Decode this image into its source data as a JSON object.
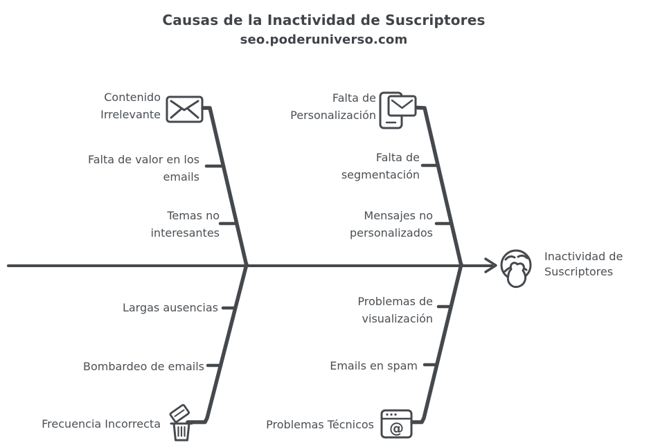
{
  "title": "Causas de la Inactividad de Suscriptores",
  "subtitle": "seo.poderuniverso.com",
  "colors": {
    "stroke": "#45494d",
    "text": "#4a4f54",
    "background": "#ffffff"
  },
  "diagram_type": "fishbone-cause-effect",
  "effect": {
    "name": "Inactividad de Suscriptores",
    "lines": [
      "Inactividad de",
      "Suscriptores"
    ],
    "icon": "yawning-face-icon"
  },
  "icons": {
    "at_symbol": "@"
  },
  "branches": [
    {
      "id": "top-left",
      "icon": "envelope-icon",
      "label_lines": [
        "Contenido",
        "Irrelevante"
      ],
      "causes": [
        {
          "lines": [
            "Falta de valor en los",
            "emails"
          ]
        },
        {
          "lines": [
            "Temas no",
            "interesantes"
          ]
        }
      ]
    },
    {
      "id": "top-right",
      "icon": "phone-mail-icon",
      "label_lines": [
        "Falta de",
        "Personalización"
      ],
      "causes": [
        {
          "lines": [
            "Falta de",
            "segmentación"
          ]
        },
        {
          "lines": [
            "Mensajes no",
            "personalizados"
          ]
        }
      ]
    },
    {
      "id": "bottom-left",
      "icon": "trash-icon",
      "label_lines": [
        "Frecuencia Incorrecta"
      ],
      "causes": [
        {
          "lines": [
            "Largas ausencias"
          ]
        },
        {
          "lines": [
            "Bombardeo de emails"
          ]
        }
      ]
    },
    {
      "id": "bottom-right",
      "icon": "browser-at-icon",
      "label_lines": [
        "Problemas Técnicos"
      ],
      "causes": [
        {
          "lines": [
            "Problemas de",
            "visualización"
          ]
        },
        {
          "lines": [
            "Emails en spam"
          ]
        }
      ]
    }
  ]
}
